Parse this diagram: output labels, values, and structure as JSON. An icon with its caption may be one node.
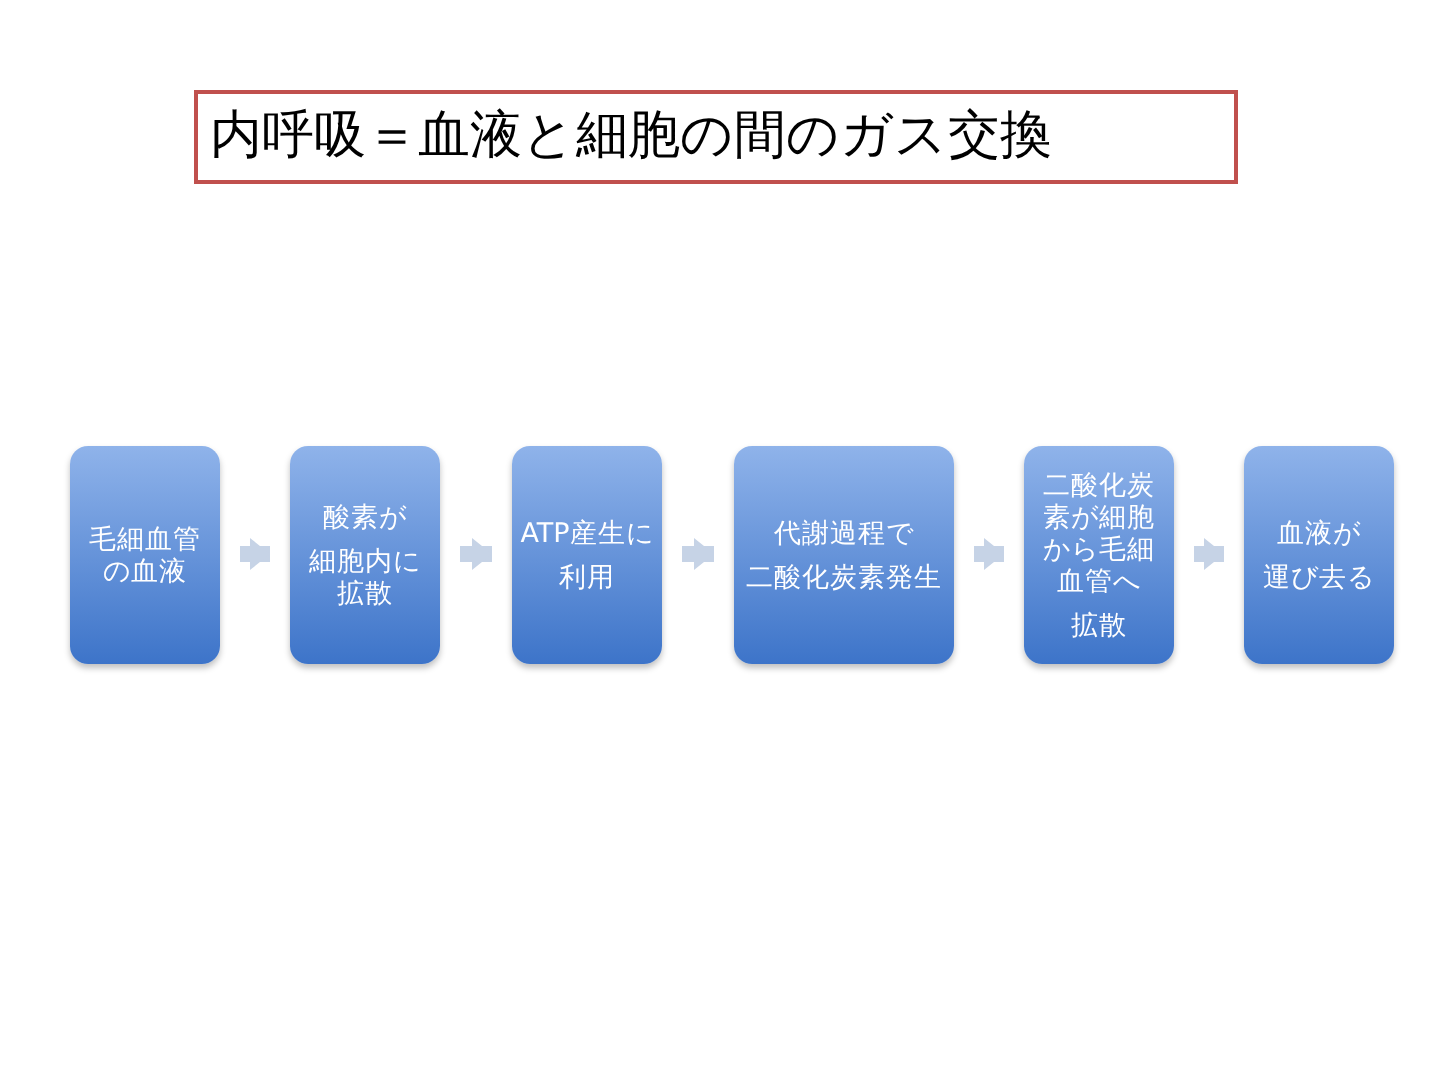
{
  "diagram": {
    "title": "内呼吸＝血液と細胞の間のガス交換",
    "nodes": [
      {
        "text": [
          "毛細血管の血液"
        ]
      },
      {
        "text": [
          "酸素が",
          "細胞内に拡散"
        ]
      },
      {
        "text": [
          "ATP産生に",
          "利用"
        ]
      },
      {
        "text": [
          "代謝過程で",
          "二酸化炭素発生"
        ]
      },
      {
        "text": [
          "二酸化炭素が細胞から毛細血管へ",
          "拡散"
        ]
      },
      {
        "text": [
          "血液が",
          "運び去る"
        ]
      }
    ],
    "edges": [
      {
        "from": 0,
        "to": 1,
        "arrow": "to"
      },
      {
        "from": 1,
        "to": 2,
        "arrow": "to"
      },
      {
        "from": 2,
        "to": 3,
        "arrow": "to"
      },
      {
        "from": 3,
        "to": 4,
        "arrow": "to"
      },
      {
        "from": 4,
        "to": 5,
        "arrow": "to"
      }
    ]
  }
}
